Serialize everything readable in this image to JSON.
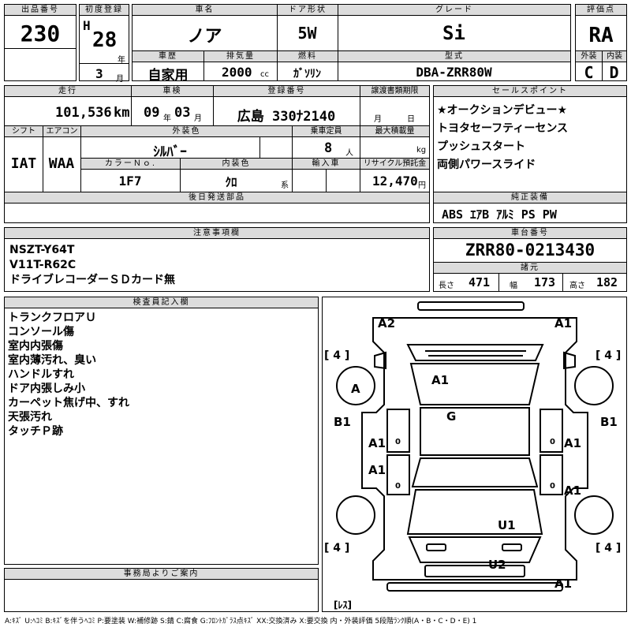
{
  "lot": {
    "label": "出品番号",
    "value": "230"
  },
  "first_reg": {
    "label": "初度登録",
    "era": "H",
    "year": "28",
    "year_unit": "年",
    "month": "3",
    "month_unit": "月"
  },
  "car_name": {
    "label": "車名",
    "value": "ノア"
  },
  "door": {
    "label": "ドア形状",
    "value": "5W"
  },
  "grade": {
    "label": "グレード",
    "value": "Si"
  },
  "rating": {
    "label": "評価点",
    "value": "RA"
  },
  "history": {
    "label": "車歴",
    "value": "自家用"
  },
  "displacement": {
    "label": "排気量",
    "value": "2000",
    "unit": "cc"
  },
  "fuel": {
    "label": "燃料",
    "value": "ｶﾞｿﾘﾝ"
  },
  "model_code": {
    "label": "型式",
    "value": "DBA-ZRR80W"
  },
  "ext_score": {
    "label": "外装",
    "value": "C"
  },
  "int_score": {
    "label": "内装",
    "value": "D"
  },
  "mileage": {
    "label": "走行",
    "value": "101,536",
    "unit": "km"
  },
  "inspection": {
    "label": "車検",
    "year": "09",
    "year_unit": "年",
    "month": "03",
    "month_unit": "月"
  },
  "plate": {
    "label": "登録番号",
    "value": "広島 330ﾅ2140"
  },
  "transfer": {
    "label": "譲渡書類期限",
    "month_unit": "月",
    "day_unit": "日"
  },
  "sales_points": {
    "label": "セールスポイント",
    "items": [
      "★オークションデビュー★",
      "トヨタセーフティーセンス",
      "プッシュスタート",
      "両側パワースライド"
    ]
  },
  "shift": {
    "label": "シフト",
    "value": "IAT"
  },
  "aircon": {
    "label": "エアコン",
    "value": "WAA"
  },
  "ext_color": {
    "label": "外装色",
    "value": "ｼﾙﾊﾞｰ"
  },
  "capacity": {
    "label": "乗車定員",
    "value": "8",
    "unit": "人"
  },
  "max_load": {
    "label": "最大積載量",
    "unit": "kg"
  },
  "color_no": {
    "label": "カラーＮｏ.",
    "value": "1F7"
  },
  "int_color": {
    "label": "内装色",
    "value": "ｸﾛ",
    "unit": "系"
  },
  "import": {
    "label": "輸入車"
  },
  "recycle": {
    "label": "リサイクル預託金",
    "value": "12,470",
    "unit": "円"
  },
  "later_parts": {
    "label": "後日発送部品"
  },
  "genuine": {
    "label": "純正装備",
    "value": "ABS ｴｱB ｱﾙﾐ PS PW"
  },
  "notes": {
    "label": "注意事項欄",
    "items": [
      "NSZT-Y64T",
      "V11T-R62C",
      "ドライブレコーダーＳＤカード無"
    ]
  },
  "chassis": {
    "label": "車台番号",
    "value": "ZRR80-0213430"
  },
  "specs": {
    "label": "諸元",
    "length_label": "長さ",
    "length": "471",
    "width_label": "幅",
    "width": "173",
    "height_label": "高さ",
    "height": "182"
  },
  "inspector": {
    "label": "検査員記入欄",
    "items": [
      "トランクフロアＵ",
      "コンソール傷",
      "室内内張傷",
      "室内薄汚れ、臭い",
      "ハンドルすれ",
      "ドア内張しみ小",
      "カーペット焦げ中、すれ",
      "天張汚れ",
      "タッチＰ跡"
    ]
  },
  "office": {
    "label": "事務局よりご案内"
  },
  "diagram": {
    "marks": [
      "A2",
      "A1",
      "A1",
      "A",
      "B1",
      "B1",
      "G",
      "A1",
      "A1",
      "A1",
      "A1",
      "U1",
      "U2",
      "A1"
    ],
    "tires": [
      "[ 4 ]",
      "[ 4 ]",
      "[ 4 ]",
      "[ 4 ]"
    ],
    "tire_min_marks": [
      "0",
      "0",
      "0",
      "0"
    ],
    "spare": "[ﾚｽ]"
  },
  "legend": "A:ｷｽﾞ U:ﾍｺﾐ B:ｷｽﾞを伴うﾍｺﾐ P:要塗装 W:補修跡 S:錆 C:腐食 G:ﾌﾛﾝﾄｶﾞﾗｽ点ｷｽﾞ XX:交換済み X:要交換 内・外装評価 5段階ﾗﾝｸ順(A・B・C・D・E) 1"
}
